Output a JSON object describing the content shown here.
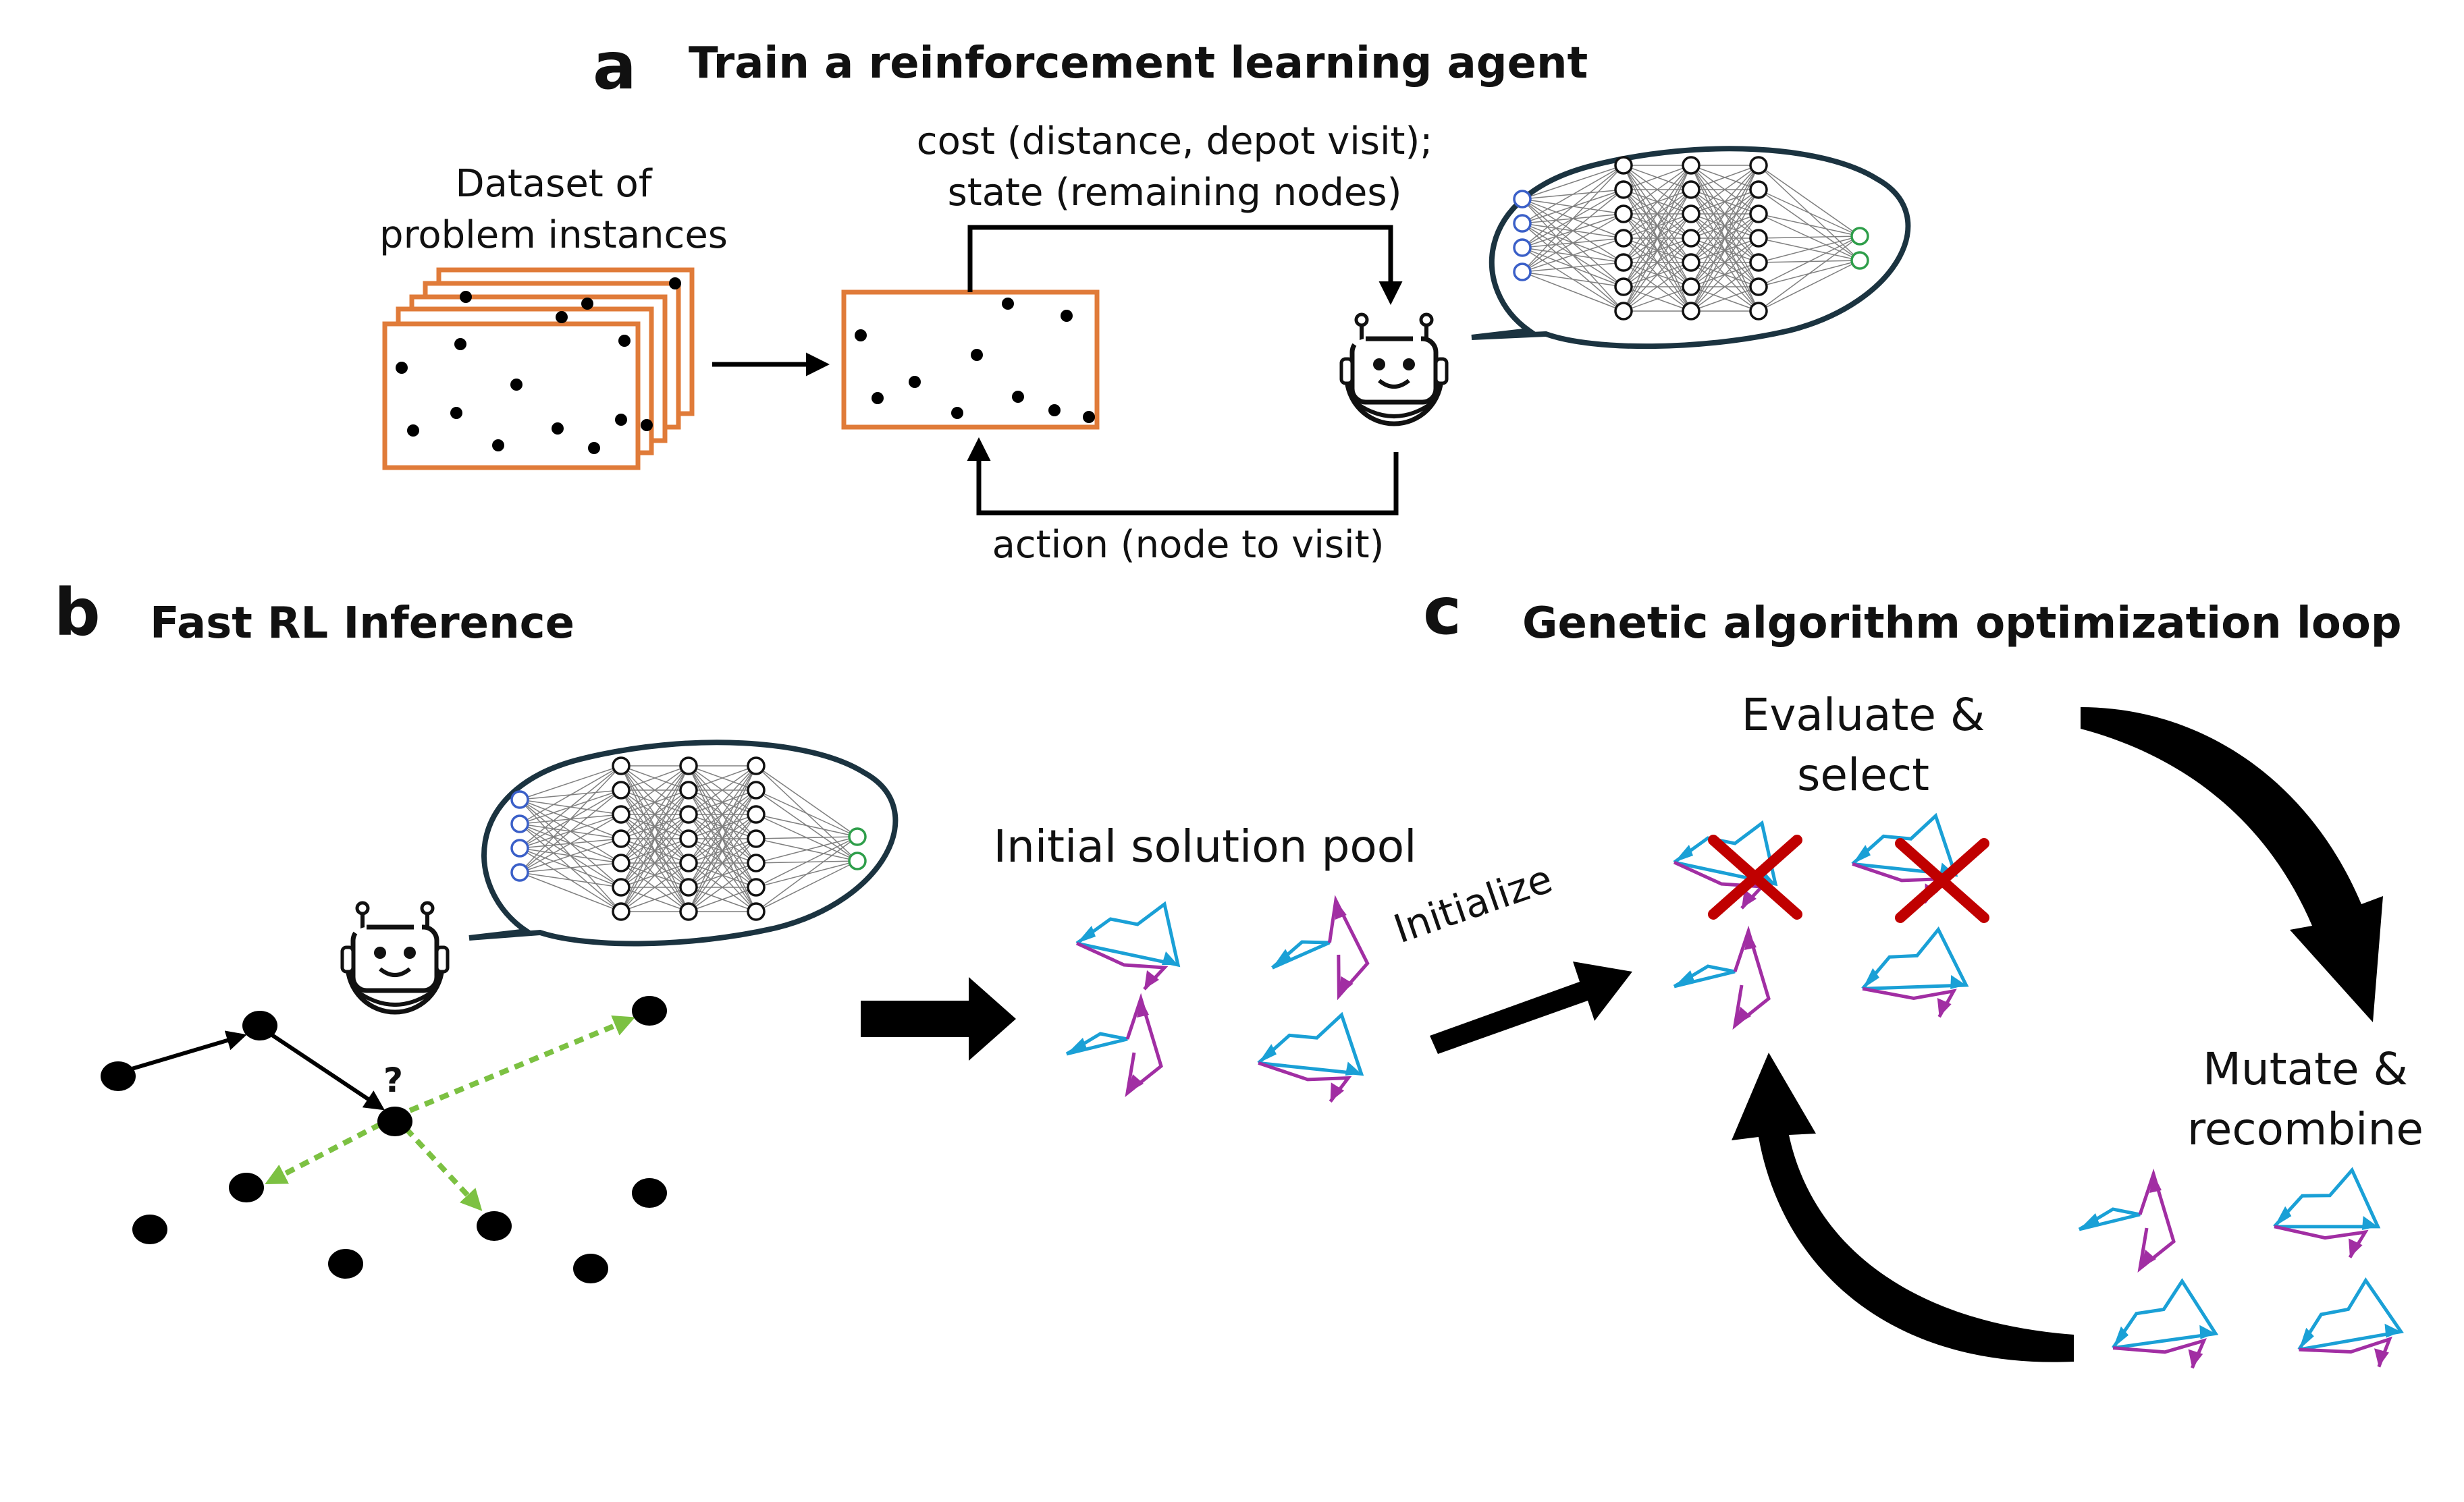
{
  "panels": {
    "a": {
      "letter": "a",
      "title": "Train a reinforcement learning agent"
    },
    "b": {
      "letter": "b",
      "title": "Fast RL Inference"
    },
    "c": {
      "letter": "c",
      "title": "Genetic algorithm optimization loop"
    }
  },
  "panel_a": {
    "dataset_label_line1": "Dataset of",
    "dataset_label_line2": "problem instances",
    "feedback_line1": "cost (distance, depot visit);",
    "feedback_line2": "state (remaining nodes)",
    "action_label": "action (node to visit)"
  },
  "panel_b": {
    "query_mark": "?",
    "pool_label": "Initial solution pool"
  },
  "panel_c": {
    "initialize_label": "Initialize",
    "evaluate_line1": "Evaluate &",
    "evaluate_line2": "select",
    "mutate_line1": "Mutate &",
    "mutate_line2": "recombine"
  },
  "colors": {
    "orange": "#e07b39",
    "blue": "#1aa0d6",
    "purple": "#a12ea3",
    "green": "#7cc142",
    "red": "#c00000",
    "ink": "#000000",
    "bubble_stroke": "#1b3340",
    "input_node": "#3a5fc8",
    "output_node": "#2e9e4a"
  },
  "icons": [
    "robot-icon",
    "neural-network-icon",
    "speech-bubble-icon",
    "red-x-icon",
    "route-icon"
  ]
}
